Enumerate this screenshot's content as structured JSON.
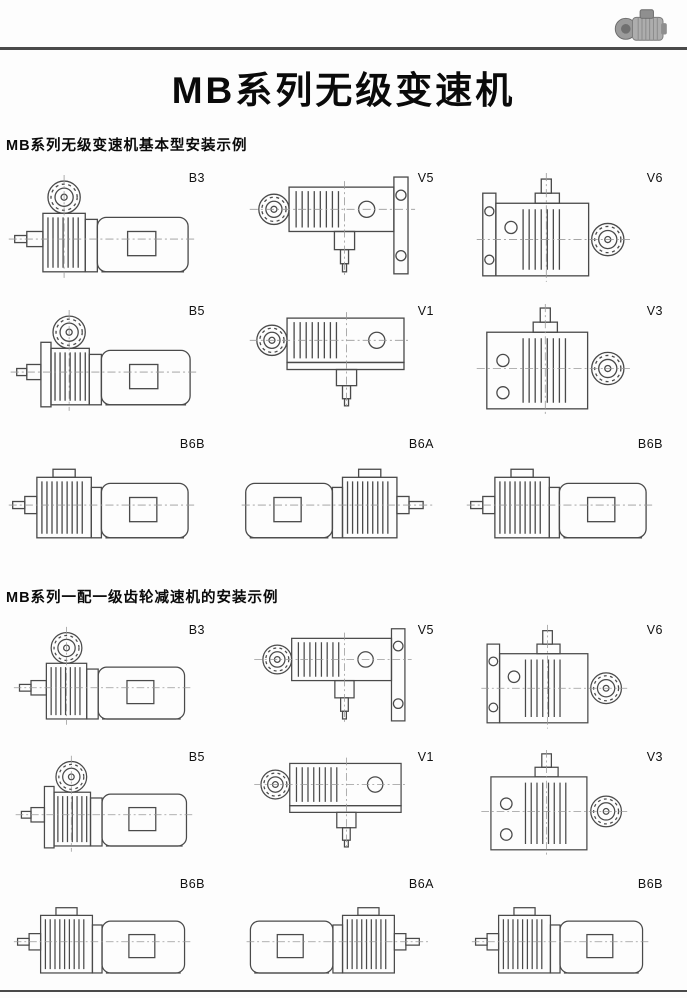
{
  "page": {
    "title": "MB系列无级变速机"
  },
  "header": {
    "logo_icon": "gearmotor-logo"
  },
  "colors": {
    "drawing_line": "#4a4a4a",
    "centerline": "#999999",
    "rule": "#4a4a4a",
    "text": "#111111"
  },
  "sections": [
    {
      "heading": "MB系列无级变速机基本型安装示例",
      "items": [
        "B3",
        "V5",
        "V6",
        "B5",
        "V1",
        "V3",
        "B6B",
        "B6A",
        "B6B"
      ]
    },
    {
      "heading": "MB系列一配一级齿轮减速机的安装示例",
      "items": [
        "B3",
        "V5",
        "V6",
        "B5",
        "V1",
        "V3",
        "B6B",
        "B6A",
        "B6B"
      ]
    }
  ]
}
